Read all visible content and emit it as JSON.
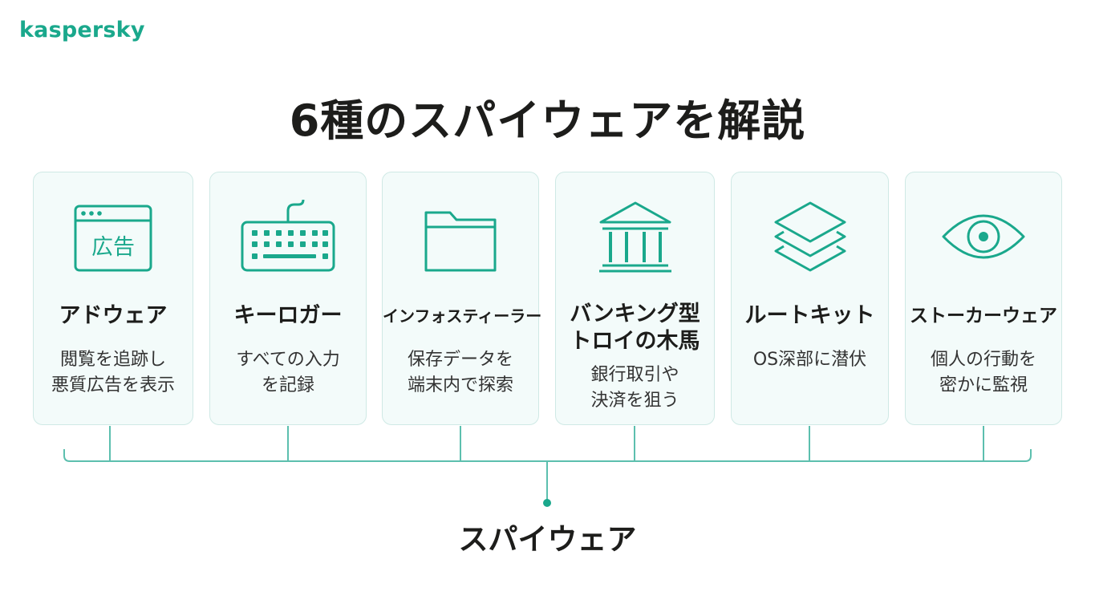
{
  "brand": {
    "logo": "kaspersky",
    "color": "#1aa88c"
  },
  "title": "6種のスパイウェアを解説",
  "cards": [
    {
      "name": "アドウェア",
      "desc": [
        "閲覧を追跡し",
        "悪質広告を表示"
      ],
      "icon": "browser-ad-icon",
      "icon_text": "広告"
    },
    {
      "name": "キーロガー",
      "desc": [
        "すべての入力",
        "を記録"
      ],
      "icon": "keyboard-icon"
    },
    {
      "name": "インフォスティーラー",
      "desc": [
        "保存データを",
        "端末内で探索"
      ],
      "icon": "folder-icon"
    },
    {
      "name": [
        "バンキング型",
        "トロイの木馬"
      ],
      "desc": [
        "銀行取引や",
        "決済を狙う"
      ],
      "icon": "bank-icon"
    },
    {
      "name": "ルートキット",
      "desc": [
        "OS深部に潜伏"
      ],
      "icon": "layers-icon"
    },
    {
      "name": "ストーカーウェア",
      "desc": [
        "個人の行動を",
        "密かに監視"
      ],
      "icon": "eye-icon"
    }
  ],
  "root_label": "スパイウェア",
  "colors": {
    "accent": "#1aa88c",
    "card_bg": "#f3fbfa",
    "card_border": "#cfe9e5",
    "line": "#5cbfae"
  }
}
